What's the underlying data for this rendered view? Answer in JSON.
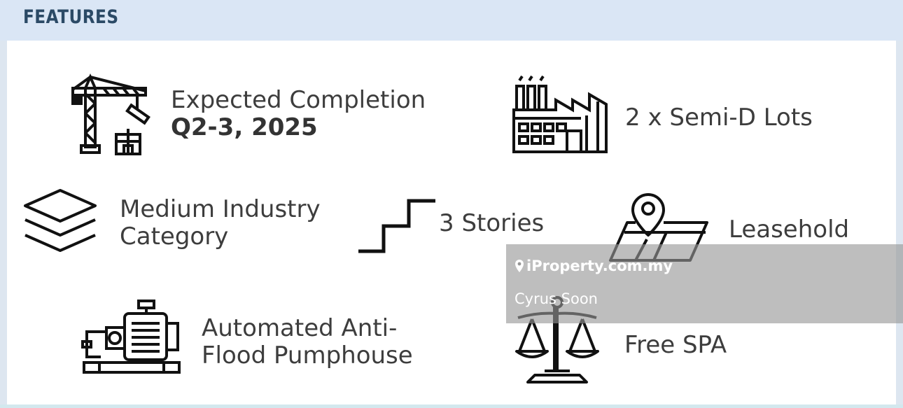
{
  "header": {
    "title": "FEATURES"
  },
  "features": {
    "completion": {
      "line1": "Expected Completion",
      "line2": "Q2-3, 2025",
      "icon": "crane-icon"
    },
    "lots": {
      "text": "2 x Semi-D Lots",
      "icon": "factory-icon"
    },
    "category": {
      "line1": "Medium Industry",
      "line2": "Category",
      "icon": "layers-icon"
    },
    "stories": {
      "text": "3 Stories",
      "icon": "stairs-icon"
    },
    "tenure": {
      "text": "Leasehold",
      "icon": "map-pin-icon"
    },
    "pumphouse": {
      "line1": "Automated Anti-",
      "line2": "Flood Pumphouse",
      "icon": "water-pump-icon"
    },
    "spa": {
      "text": "Free SPA",
      "icon": "scales-icon"
    }
  },
  "watermark": {
    "logo": "iProperty.com.my",
    "agent": "Cyrus Soon"
  },
  "colors": {
    "header_bg": "#dae6f5",
    "header_text": "#2b4a66",
    "text": "#3d3d3d",
    "icon": "#111111"
  }
}
